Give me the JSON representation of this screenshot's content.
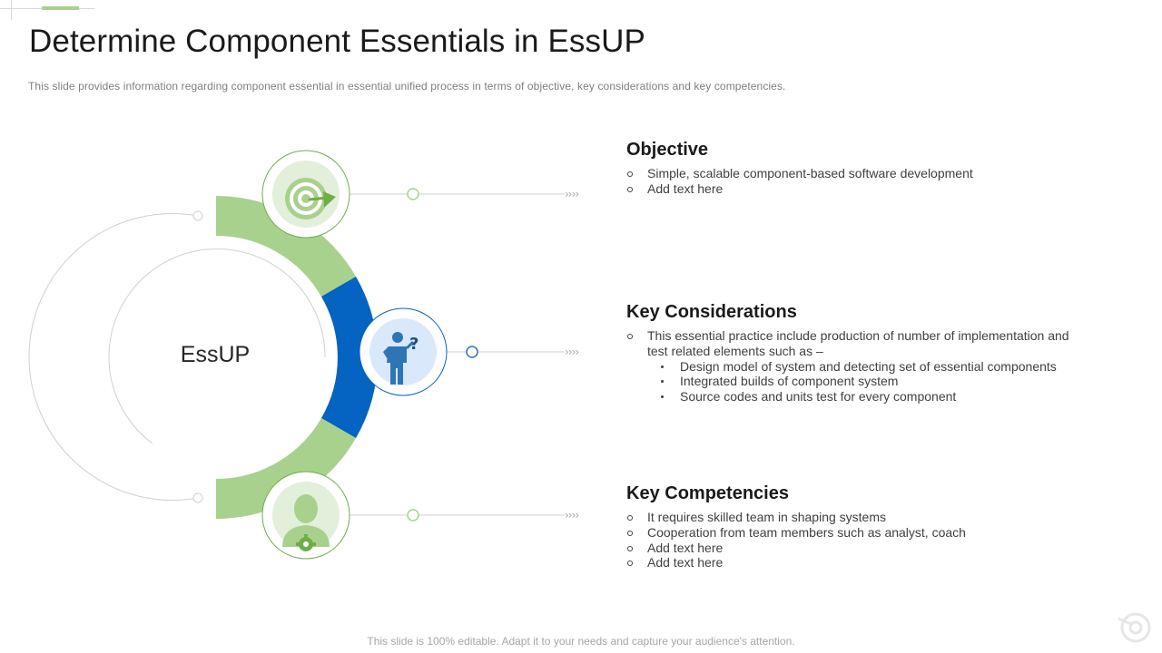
{
  "slide": {
    "title": "Determine Component Essentials in EssUP",
    "subtitle": "This slide provides  information  regarding  component  essential  in essential  unified  process  in terms of objective,  key considerations  and key competencies.",
    "footer": "This slide is 100% editable. Adapt it to your needs and capture your audience's attention."
  },
  "diagram": {
    "center_label": "EssUP",
    "colors": {
      "green": "#a9d18e",
      "blue": "#0563c1",
      "light_green": "#e2efda",
      "light_blue": "#dae8fb",
      "icon_blue": "#2e75b6"
    },
    "icons": [
      "target-dart-icon",
      "person-question-icon",
      "person-gear-icon"
    ]
  },
  "sections": {
    "objective": {
      "heading": "Objective",
      "bullets": [
        "Simple, scalable component-based software development",
        "Add text here"
      ]
    },
    "considerations": {
      "heading": "Key Considerations",
      "bullets": [
        "This essential practice include production of number of implementation and test related elements such as –"
      ],
      "sub_bullets": [
        "Design model of system and detecting set of essential components",
        "Integrated builds of component system",
        "Source codes and units test for every component"
      ]
    },
    "competencies": {
      "heading": "Key Competencies",
      "bullets": [
        "It requires skilled team in shaping systems",
        "Cooperation from team members such as analyst, coach",
        "Add text here",
        "Add text here"
      ]
    }
  }
}
